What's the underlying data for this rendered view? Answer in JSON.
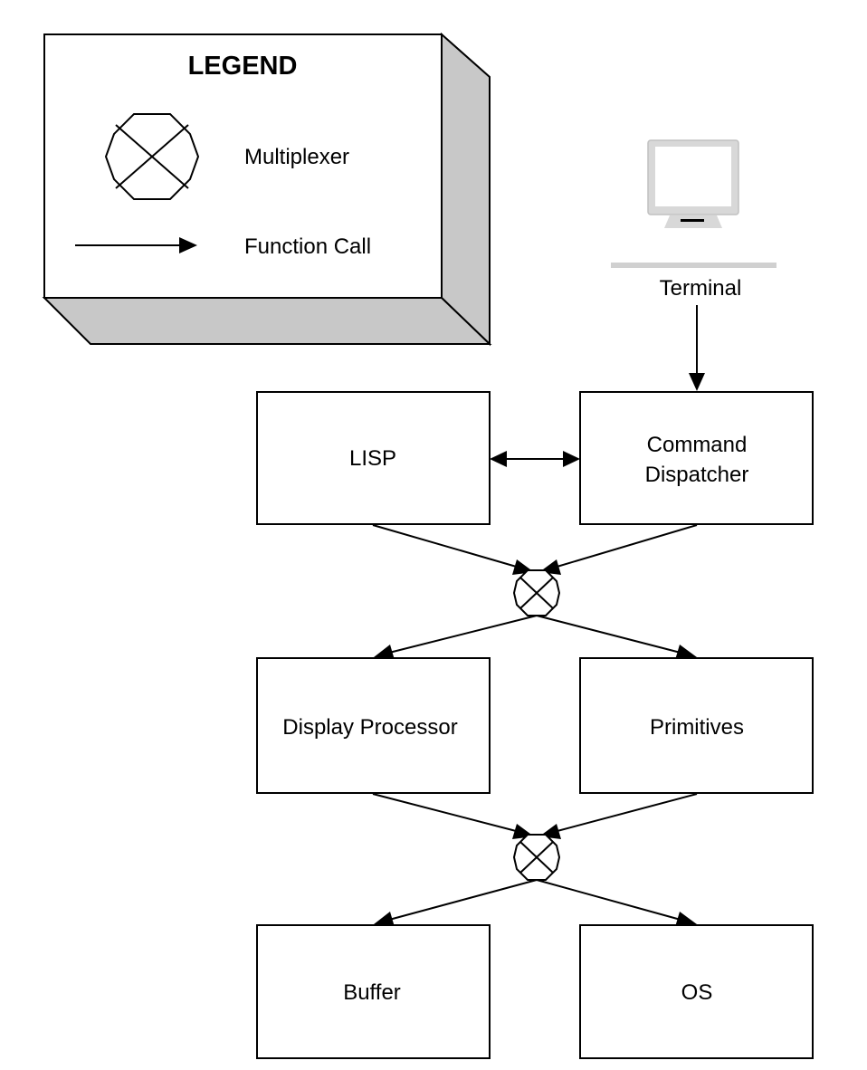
{
  "legend": {
    "title": "LEGEND",
    "multiplexer_label": "Multiplexer",
    "function_call_label": "Function Call"
  },
  "terminal": {
    "label": "Terminal"
  },
  "nodes": {
    "lisp": "LISP",
    "command_dispatcher_line1": "Command",
    "command_dispatcher_line2": "Dispatcher",
    "display_processor": "Display Processor",
    "primitives": "Primitives",
    "buffer": "Buffer",
    "os": "OS"
  },
  "edges": [
    {
      "from": "Terminal",
      "to": "Command Dispatcher",
      "type": "function-call"
    },
    {
      "from": "LISP",
      "to": "Command Dispatcher",
      "type": "bidirectional-function-call"
    },
    {
      "from": "LISP",
      "to": "Multiplexer 1",
      "type": "function-call"
    },
    {
      "from": "Command Dispatcher",
      "to": "Multiplexer 1",
      "type": "function-call"
    },
    {
      "from": "Multiplexer 1",
      "to": "Display Processor",
      "type": "function-call"
    },
    {
      "from": "Multiplexer 1",
      "to": "Primitives",
      "type": "function-call"
    },
    {
      "from": "Display Processor",
      "to": "Multiplexer 2",
      "type": "function-call"
    },
    {
      "from": "Primitives",
      "to": "Multiplexer 2",
      "type": "function-call"
    },
    {
      "from": "Multiplexer 2",
      "to": "Buffer",
      "type": "function-call"
    },
    {
      "from": "Multiplexer 2",
      "to": "OS",
      "type": "function-call"
    }
  ],
  "colors": {
    "stroke": "#000000",
    "box_fill": "#ffffff",
    "legend_side": "#c8c8c8",
    "terminal_gray": "#d0d0d0"
  }
}
